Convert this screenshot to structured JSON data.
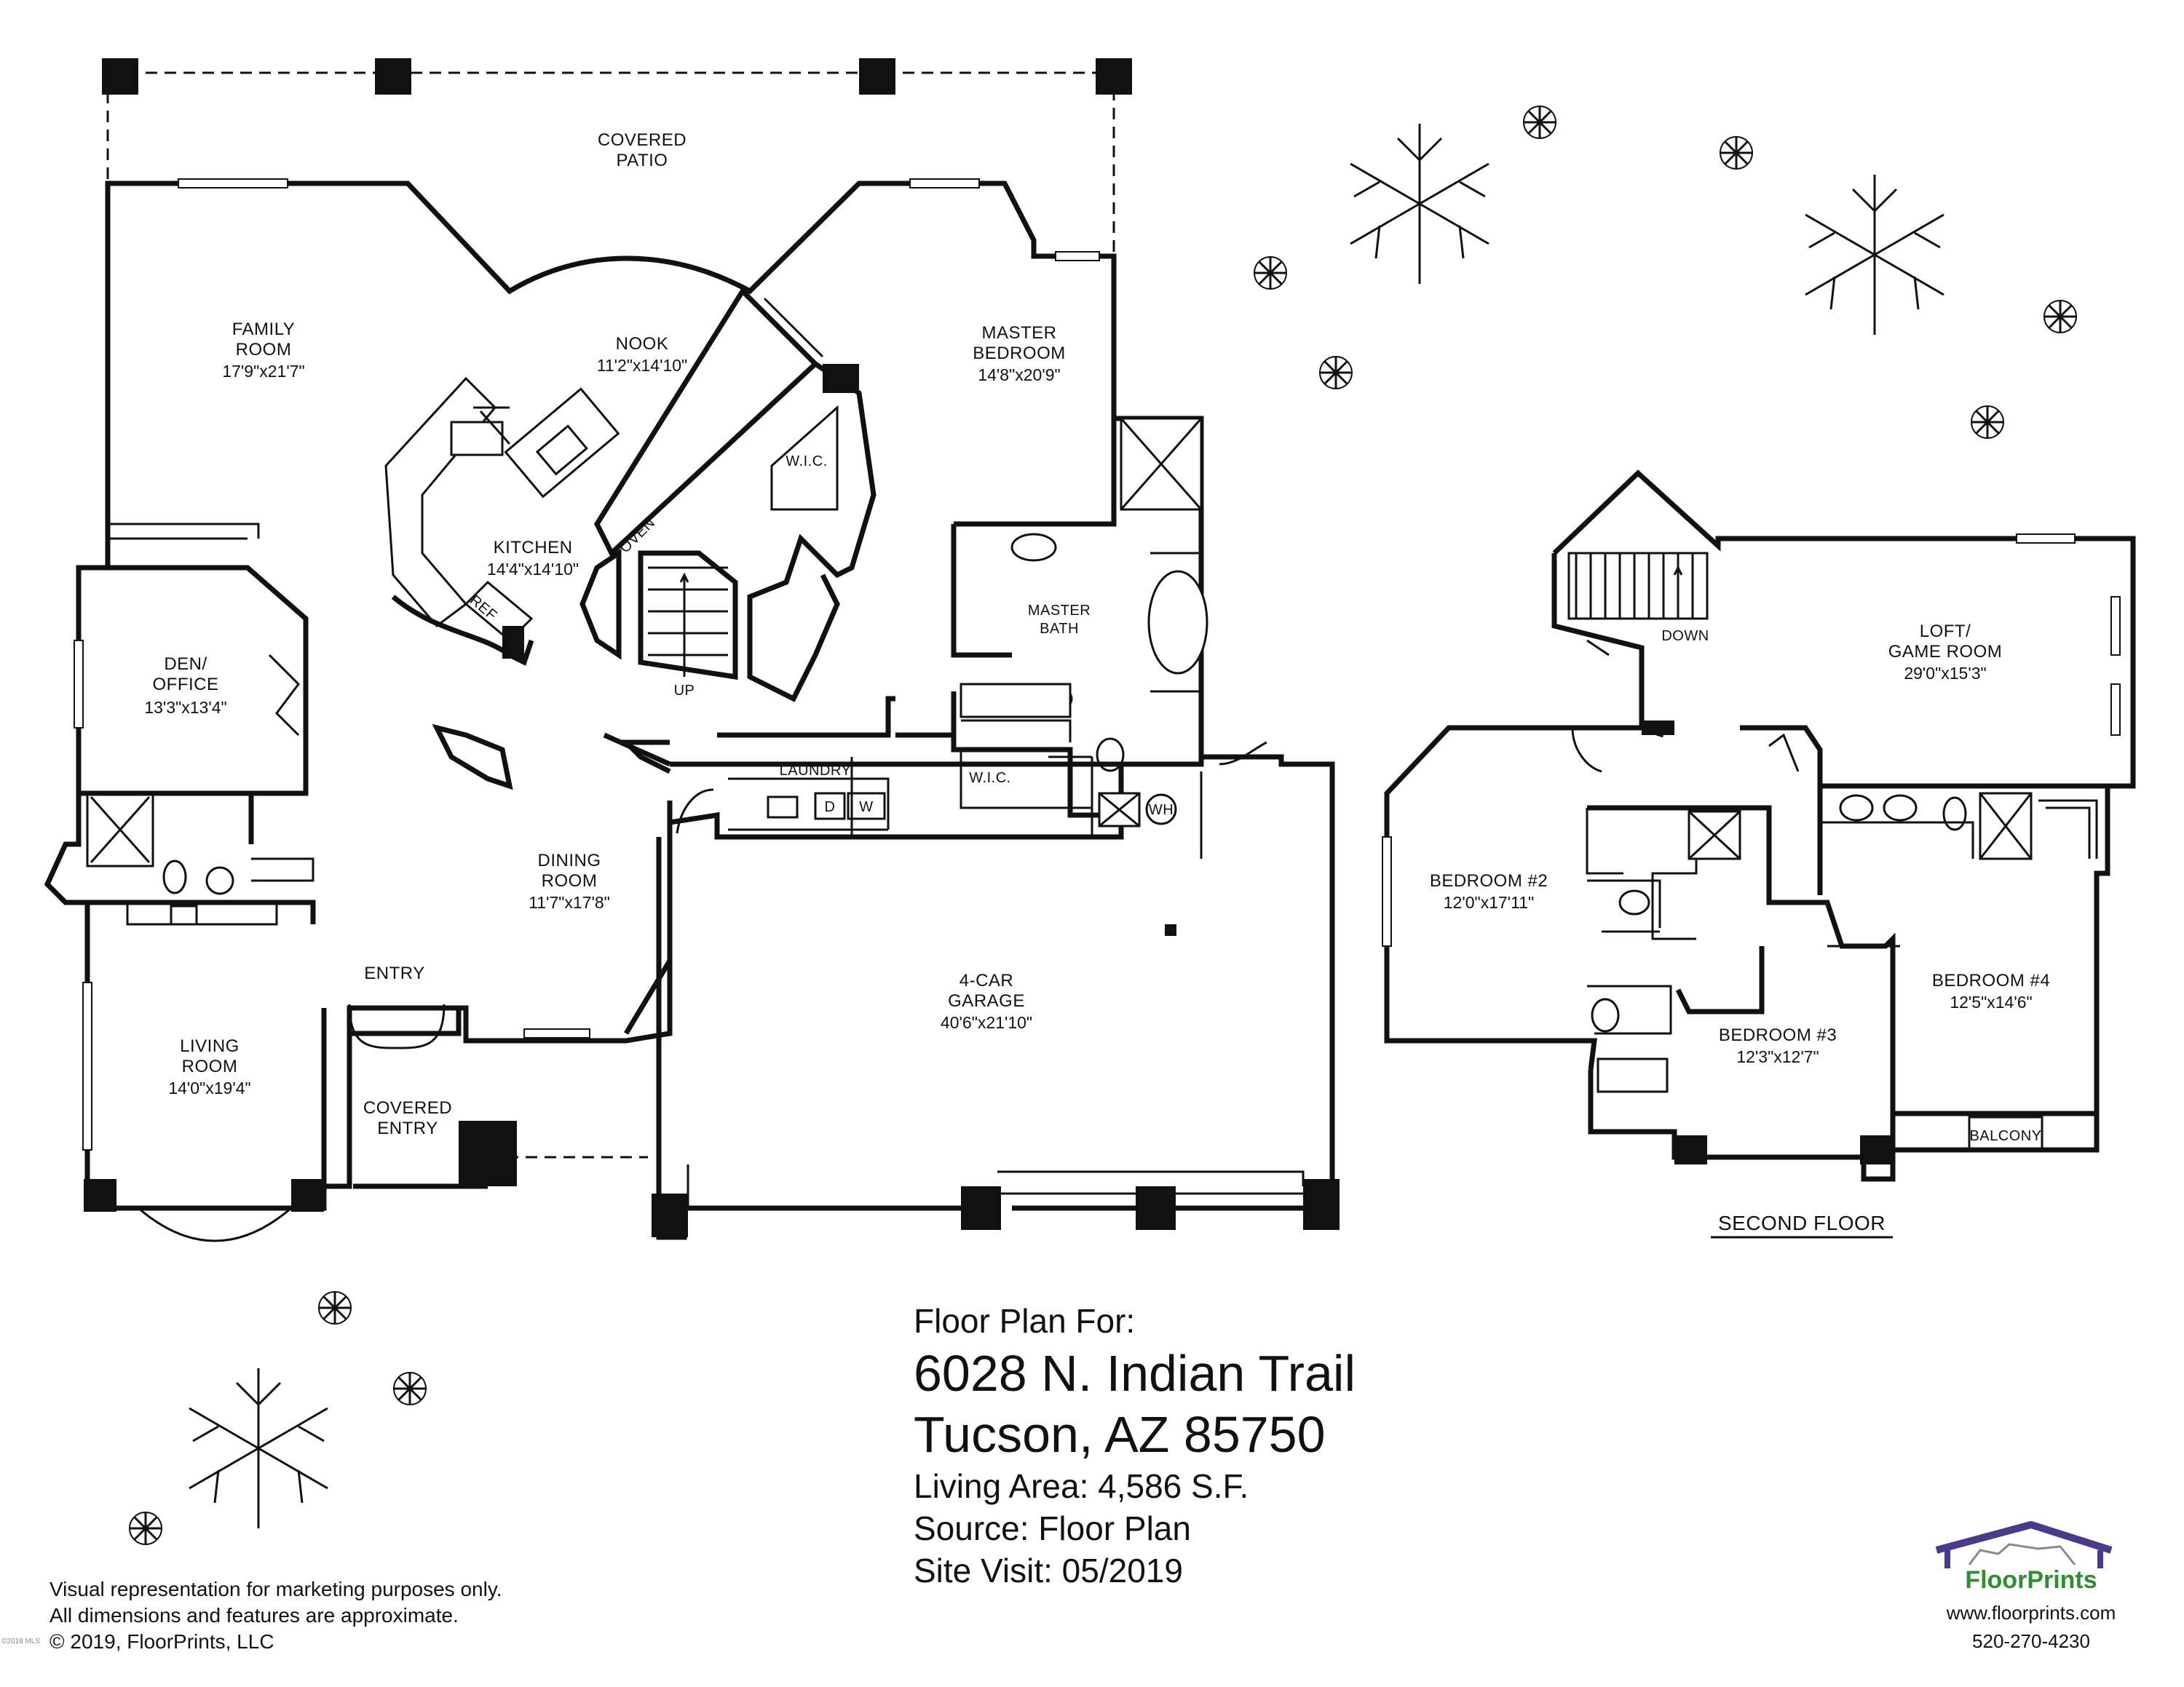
{
  "rooms": {
    "covered_patio": {
      "line1": "COVERED",
      "line2": "PATIO"
    },
    "family_room": {
      "line1": "FAMILY",
      "line2": "ROOM",
      "dims": "17'9\"x21'7\""
    },
    "nook": {
      "line1": "NOOK",
      "dims": "11'2\"x14'10\""
    },
    "master_bedroom": {
      "line1": "MASTER",
      "line2": "BEDROOM",
      "dims": "14'8\"x20'9\""
    },
    "kitchen": {
      "line1": "KITCHEN",
      "dims": "14'4\"x14'10\""
    },
    "den_office": {
      "line1": "DEN/",
      "line2": "OFFICE",
      "dims": "13'3\"x13'4\""
    },
    "master_bath": {
      "line1": "MASTER",
      "line2": "BATH"
    },
    "wic1": {
      "line1": "W.I.C."
    },
    "wic2": {
      "line1": "W.I.C."
    },
    "laundry": {
      "line1": "LAUNDRY"
    },
    "dining_room": {
      "line1": "DINING",
      "line2": "ROOM",
      "dims": "11'7\"x17'8\""
    },
    "entry": {
      "line1": "ENTRY"
    },
    "living_room": {
      "line1": "LIVING",
      "line2": "ROOM",
      "dims": "14'0\"x19'4\""
    },
    "covered_entry": {
      "line1": "COVERED",
      "line2": "ENTRY"
    },
    "garage": {
      "line1": "4-CAR",
      "line2": "GARAGE",
      "dims": "40'6\"x21'10\""
    },
    "loft": {
      "line1": "LOFT/",
      "line2": "GAME ROOM",
      "dims": "29'0\"x15'3\""
    },
    "bedroom2": {
      "line1": "BEDROOM #2",
      "dims": "12'0\"x17'11\""
    },
    "bedroom3": {
      "line1": "BEDROOM #3",
      "dims": "12'3\"x12'7\""
    },
    "bedroom4": {
      "line1": "BEDROOM #4",
      "dims": "12'5\"x14'6\""
    },
    "balcony": {
      "line1": "BALCONY"
    }
  },
  "fixtures": {
    "oven": "OVEN",
    "ref": "REF",
    "up": "UP",
    "down": "DOWN",
    "dryer": "D",
    "washer": "W",
    "water_heater": "WH"
  },
  "second_floor_label": "SECOND FLOOR",
  "title": {
    "heading": "Floor Plan For:",
    "address_line1": "6028 N. Indian Trail",
    "address_line2": "Tucson, AZ  85750",
    "living_area": "Living Area:  4,586 S.F.",
    "source": "Source:  Floor Plan",
    "site_visit": "Site Visit:  05/2019"
  },
  "disclaimer": {
    "line1": "Visual representation for marketing purposes only.",
    "line2": "All dimensions and features are approximate.",
    "line3": "© 2019, FloorPrints, LLC"
  },
  "brand": {
    "name_floor": "Floor",
    "name_prints": "Prints",
    "website": "www.floorprints.com",
    "phone": "520-270-4230",
    "logo_color": "#4b3a8c",
    "text_color": "#2f8f2f"
  },
  "stamp": "©2019 MLS"
}
